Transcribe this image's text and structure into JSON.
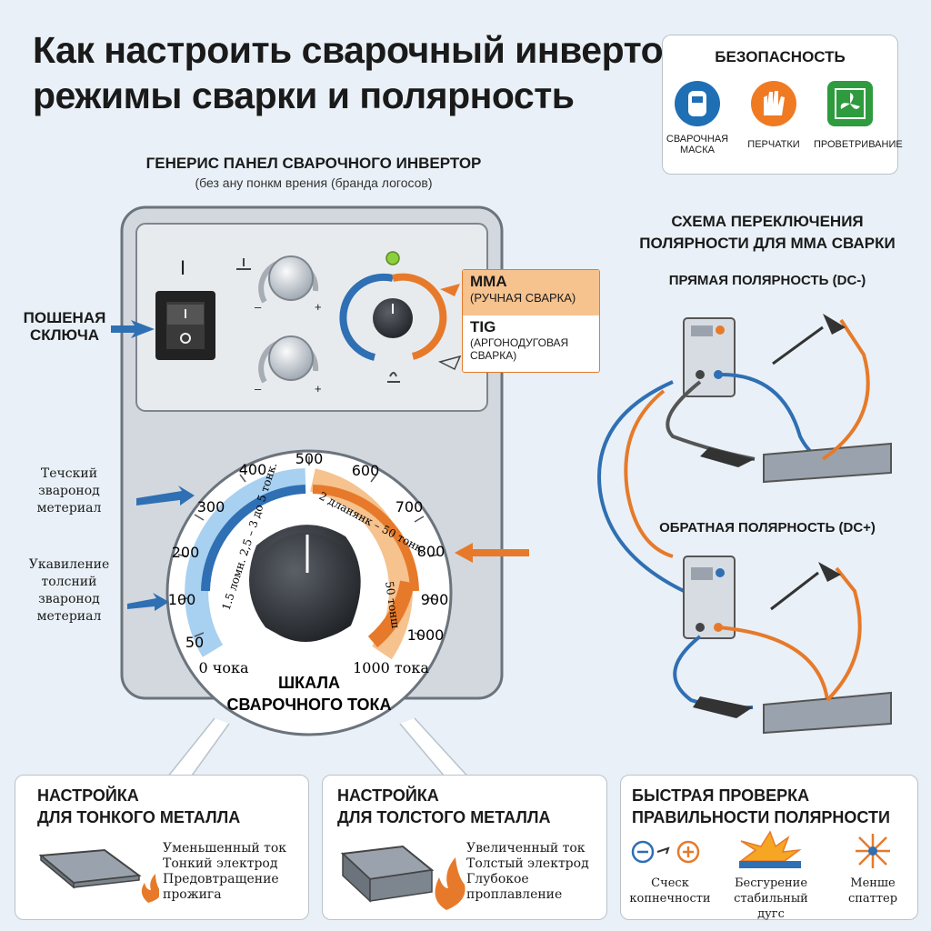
{
  "title": {
    "line1": "Как настроить сварочный инвертор:",
    "line2": "режимы сварки и полярность"
  },
  "safety": {
    "title": "БЕЗОПАСНОСТЬ",
    "items": [
      {
        "label": "СВАРОЧНАЯ МАСКА",
        "icon": "welding-mask-icon",
        "color": "#1f6fb5"
      },
      {
        "label": "ПЕРЧАТКИ",
        "icon": "gloves-icon",
        "color": "#f07a22"
      },
      {
        "label": "ПРОВЕТРИВАНИЕ",
        "icon": "ventilation-icon",
        "color": "#2e9b3e"
      }
    ]
  },
  "panel": {
    "heading": "ГЕНЕРИС ПАНЕЛ СВАРОЧНОГО ИНВЕРТОР",
    "subheading": "(без ану понкм врения (бранда логосов)",
    "power_mark": "I",
    "minus": "–",
    "plus": "+",
    "mode_mma": "MMA",
    "mode_mma_desc": "(РУЧНАЯ СВАРКА)",
    "mode_tig": "TIG",
    "mode_tig_desc": "(АРГОНОДУГОВАЯ СВАРКА)",
    "switch_label": "ПОШЕНАЯ СКЛЮЧА",
    "thin_label": "Течский зваронод метериал",
    "thick_label": "Укавиление толсний зваронод метериал"
  },
  "scale": {
    "ticks": [
      "50",
      "100",
      "200",
      "300",
      "400",
      "500",
      "600",
      "700",
      "800",
      "900",
      "1000"
    ],
    "min_label": "0 чока",
    "max_label": "1000 тока",
    "thin_range": "1.5 ломн. 2,5 – 3 до 5 тонк.",
    "thick_range": "2 дланянк – 50 тонк.",
    "thick_range2": "50 тонш",
    "caption_line1": "ШКАЛА",
    "caption_line2": "СВАРОЧНОГО ТОКА"
  },
  "polarity": {
    "heading": "СХЕМА ПЕРЕКЛЮЧЕНИЯ ПОЛЯРНОСТИ ДЛЯ ММА СВАРКИ",
    "direct": "ПРЯМАЯ ПОЛЯРНОСТЬ (DC-)",
    "reverse": "ОБРАТНАЯ ПОЛЯРНОСТЬ (DC+)",
    "cable_blue": "#2f6fb3",
    "cable_orange": "#e67a2a"
  },
  "thin_box": {
    "title_line1": "НАСТРОЙКА",
    "title_line2": "ДЛЯ ТОНКОГО МЕТАЛЛА",
    "lines": [
      "Уменьшенный ток",
      "Тонкий электрод",
      "Предовтращение",
      "прожига"
    ]
  },
  "thick_box": {
    "title_line1": "НАСТРОЙКА",
    "title_line2": "ДЛЯ ТОЛСТОГО МЕТАЛЛА",
    "lines": [
      "Увеличенный ток",
      "Толстый электрод",
      "Глубокое",
      "проплавление"
    ]
  },
  "check_box": {
    "title_line1": "БЫСТРАЯ ПРОВЕРКА",
    "title_line2": "ПРАВИЛЬНОСТИ ПОЛЯРНОСТИ",
    "items": [
      {
        "line1": "Сческ",
        "line2": "копнечности",
        "icon": "polarity-check-icon"
      },
      {
        "line1": "Бесгурение",
        "line2": "стабильный дугс",
        "icon": "stable-arc-icon"
      },
      {
        "line1": "Менше",
        "line2": "спаттер",
        "icon": "spatter-icon"
      }
    ]
  },
  "colors": {
    "blue": "#2f6fb3",
    "orange": "#e67a2a",
    "panel": "#cfd5dc"
  }
}
